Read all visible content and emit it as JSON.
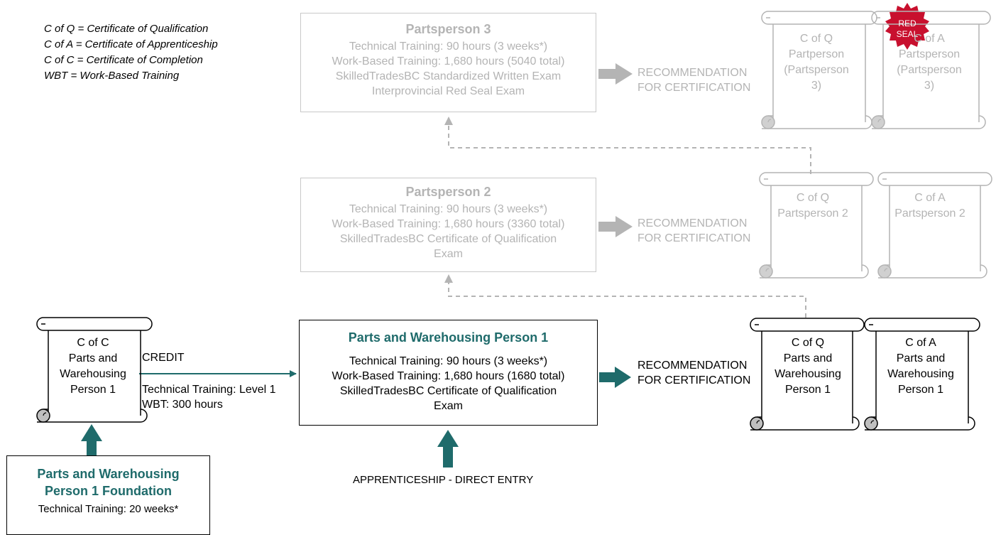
{
  "legend": [
    "C of Q = Certificate of Qualification",
    "C of A = Certificate of Apprenticeship",
    "C of C = Certificate of Completion",
    "WBT = Work-Based Training"
  ],
  "level3": {
    "title": "Partsperson 3",
    "lines": [
      "Technical Training:  90 hours (3 weeks*)",
      "Work-Based Training: 1,680 hours (5040 total)",
      "SkilledTradesBC Standardized Written Exam",
      "Interprovincial Red Seal Exam"
    ],
    "recommendation": [
      "RECOMMENDATION",
      "FOR CERTIFICATION"
    ],
    "red_seal": [
      "RED",
      "SEAL"
    ],
    "cofq": [
      "C of Q",
      "Partperson",
      "(Partsperson",
      "3)"
    ],
    "cofa": [
      "C of A",
      "Partsperson",
      "(Partsperson",
      "3)"
    ]
  },
  "level2": {
    "title": "Partsperson 2",
    "lines": [
      "Technical Training:  90 hours (3 weeks*)",
      "Work-Based Training: 1,680 hours (3360 total)",
      "SkilledTradesBC Certificate of Qualification",
      "Exam"
    ],
    "recommendation": [
      "RECOMMENDATION",
      "FOR CERTIFICATION"
    ],
    "cofq": [
      "C of Q",
      "Partsperson 2"
    ],
    "cofa": [
      "C of A",
      "Partsperson 2"
    ]
  },
  "level1": {
    "title": "Parts and Warehousing Person 1",
    "lines": [
      "Technical Training:  90 hours (3 weeks*)",
      "Work-Based Training: 1,680 hours (1680 total)",
      "SkilledTradesBC Certificate of Qualification",
      "Exam"
    ],
    "recommendation": [
      "RECOMMENDATION",
      "FOR CERTIFICATION"
    ],
    "cofq": [
      "C of Q",
      "Parts and",
      "Warehousing",
      "Person 1"
    ],
    "cofa": [
      "C of A",
      "Parts and",
      "Warehousing",
      "Person 1"
    ],
    "direct_entry": "APPRENTICESHIP - DIRECT ENTRY"
  },
  "cofc": [
    "C of C",
    "Parts and",
    "Warehousing",
    "Person 1"
  ],
  "credit": {
    "label": "CREDIT",
    "lines": [
      "Technical Training: Level 1",
      "WBT:  300 hours"
    ]
  },
  "foundation": {
    "title_lines": [
      "Parts and Warehousing",
      "Person 1 Foundation"
    ],
    "line": "Technical Training:  20 weeks*"
  },
  "colors": {
    "teal": "#1f6b6b",
    "grey": "#b4b4b4",
    "red_seal": "#c8102e"
  }
}
